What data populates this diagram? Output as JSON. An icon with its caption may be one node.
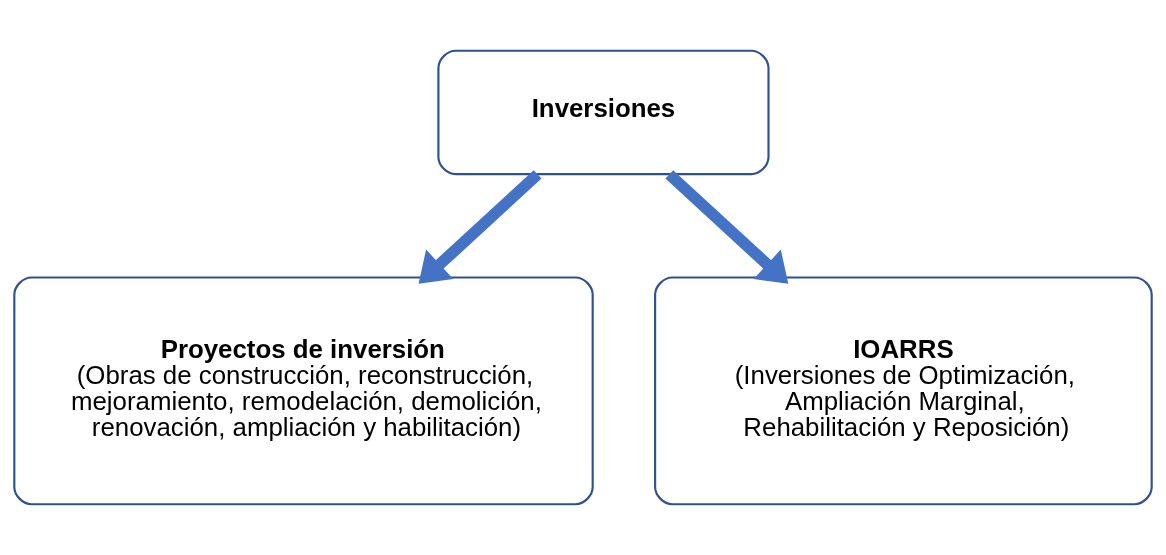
{
  "diagram": {
    "nodes": [
      {
        "text": [
          "Inversiones"
        ]
      },
      {
        "text": [
          "Proyectos de inversión",
          "(Obras de construcción, reconstrucción, mejoramiento, remodelación, demolición, renovación, ampliación y habilitación)"
        ]
      },
      {
        "text": [
          "IOARRS",
          "(Inversiones de Optimización, Ampliación Marginal, Rehabilitación y Reposición)"
        ]
      }
    ],
    "edges": [
      {
        "from": 0,
        "to": 1,
        "arrow": "to"
      },
      {
        "from": 0,
        "to": 2,
        "arrow": "to"
      }
    ]
  }
}
